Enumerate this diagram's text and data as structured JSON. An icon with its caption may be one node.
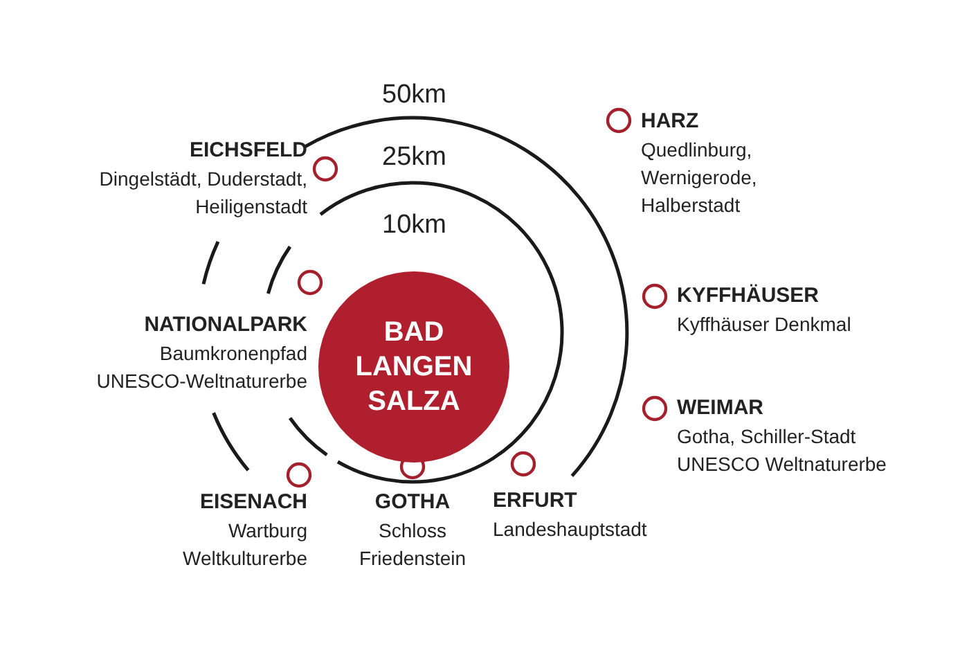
{
  "diagram": {
    "nodes": [
      {
        "text": [
          "BAD LANGEN SALZA"
        ]
      },
      {
        "text": [
          "EICHSFELD",
          "Dingelstädt, Duderstadt, Heiligenstadt"
        ]
      },
      {
        "text": [
          "NATIONALPARK",
          "Baumkronenpfad UNESCO-Weltnaturerbe"
        ]
      },
      {
        "text": [
          "EISENACH",
          "Wartburg Weltkulturerbe"
        ]
      },
      {
        "text": [
          "GOTHA",
          "Schloss Friedenstein"
        ]
      },
      {
        "text": [
          "ERFURT",
          "Landeshauptstadt"
        ]
      },
      {
        "text": [
          "HARZ",
          "Quedlinburg, Wernigerode, Halberstadt"
        ]
      },
      {
        "text": [
          "KYFFHÄUSER",
          "Kyffhäuser Denkmal"
        ]
      },
      {
        "text": [
          "WEIMAR",
          "Gotha, Schiller-Stadt UNESCO Weltnaturerbe"
        ]
      }
    ],
    "labels": [
      "50km",
      "25km",
      "10km"
    ]
  }
}
